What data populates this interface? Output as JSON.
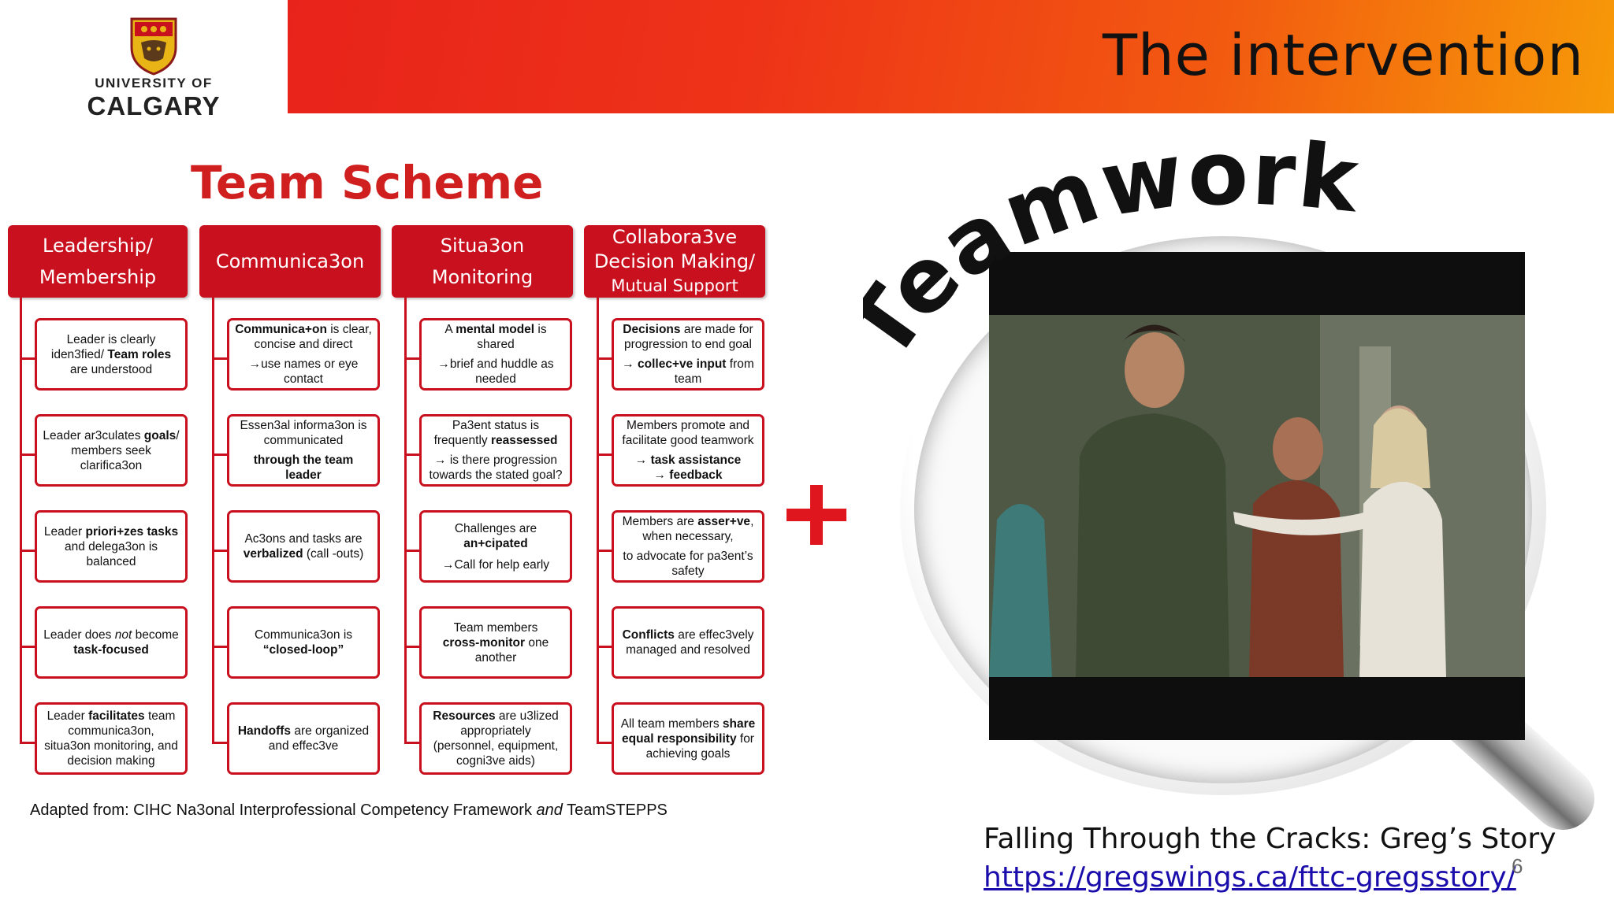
{
  "header": {
    "title": "The intervention",
    "logo_line1": "UNIVERSITY OF",
    "logo_line2": "CALGARY"
  },
  "scheme": {
    "title": "Team Scheme",
    "columns": [
      {
        "header_lines": [
          "Leadership/",
          "Membership"
        ]
      },
      {
        "header_lines": [
          "Communica3on"
        ]
      },
      {
        "header_lines": [
          "Situa3on",
          "Monitoring"
        ]
      },
      {
        "header_lines": [
          "Collabora3ve",
          "Decision Making/",
          "Mutual Support"
        ]
      }
    ]
  },
  "cells": [
    [
      [
        "Leader is clearly",
        "iden3fied/ Team roles",
        "are understood"
      ],
      [
        "Leader ar3culates goals/",
        "members seek",
        "clarifica3on"
      ],
      [
        "Leader priori+zes tasks",
        "and delega3on is",
        "balanced"
      ],
      [
        "Leader does not become",
        "task-focused"
      ],
      [
        "Leader  facilitates team",
        "communica3on,",
        "situa3on monitoring, and",
        "decision making"
      ]
    ],
    [
      [
        "Communica+on is clear,",
        "concise and  direct",
        "",
        "→use names or eye",
        "contact"
      ],
      [
        "Essen3al  informa3on is",
        "communicated",
        "",
        "through the team",
        "leader"
      ],
      [
        "Ac3ons and tasks are",
        "verbalized (call -outs)"
      ],
      [
        "Communica3on is",
        "“closed-loop”"
      ],
      [
        "Handoffs are  organized",
        "and effec3ve"
      ]
    ],
    [
      [
        "A mental model is",
        "shared",
        "",
        "→brief and huddle as",
        "needed"
      ],
      [
        "Pa3ent status is",
        "frequently reassessed",
        "",
        "→  is there progression",
        "towards the stated goal?"
      ],
      [
        "Challenges are",
        "an+cipated",
        "",
        "→Call for help early"
      ],
      [
        "Team members",
        "cross-monitor one",
        "another"
      ],
      [
        "Resources are u3lized",
        "appropriately",
        "(personnel, equipment,",
        "cogni3ve aids)"
      ]
    ],
    [
      [
        "Decisions are made for",
        "progression to end goal",
        "",
        "→ collec+ve input from",
        "team"
      ],
      [
        "Members promote and",
        "facilitate good teamwork",
        "",
        "→ task assistance",
        "→ feedback"
      ],
      [
        "Members  are asser+ve,",
        "when necessary,",
        "",
        "to advocate for pa3ent’s",
        "safety"
      ],
      [
        "Conflicts are effec3vely",
        "managed and resolved"
      ],
      [
        "All team members share",
        "equal responsibility for",
        "achieving goals"
      ]
    ]
  ],
  "adapted_from": {
    "text_a": "Adapted from: CIHC Na3onal Interprofessional Competency Framework ",
    "text_and": "and",
    "text_b": "  TeamSTEPPS"
  },
  "graphic": {
    "plus_symbol": "+",
    "teamwork_word": "Teamwork",
    "image_description": "magnifying glass over video still"
  },
  "video": {
    "caption": "Falling Through the Cracks: Greg’s Story",
    "link": "https://gregswings.ca/fttc-gregsstory/"
  },
  "page_number": "6",
  "colors": {
    "brand_red": "#c8101e",
    "title_red": "#d01f1f",
    "link_blue": "#1a0dab"
  }
}
